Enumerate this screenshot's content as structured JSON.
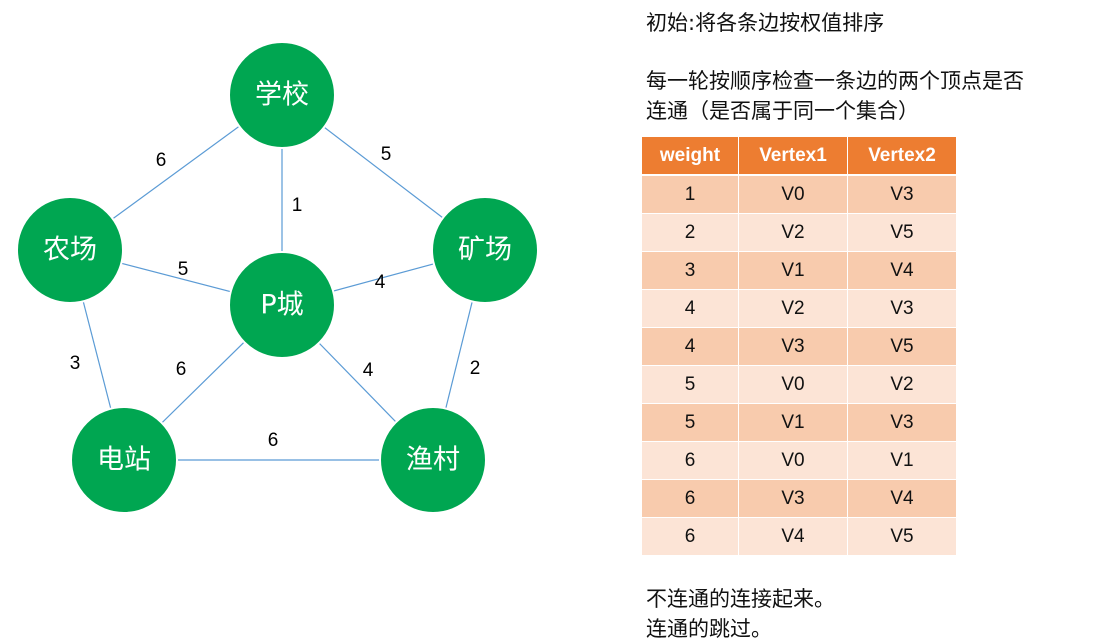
{
  "graph": {
    "nodes": [
      {
        "id": "school",
        "label": "学校"
      },
      {
        "id": "farm",
        "label": "农场"
      },
      {
        "id": "mine",
        "label": "矿场"
      },
      {
        "id": "pcity",
        "label": "P城"
      },
      {
        "id": "station",
        "label": "电站"
      },
      {
        "id": "village",
        "label": "渔村"
      }
    ],
    "edges": [
      {
        "from": "school",
        "to": "farm",
        "weight": "6"
      },
      {
        "from": "school",
        "to": "mine",
        "weight": "5"
      },
      {
        "from": "school",
        "to": "pcity",
        "weight": "1"
      },
      {
        "from": "farm",
        "to": "pcity",
        "weight": "5"
      },
      {
        "from": "mine",
        "to": "pcity",
        "weight": "4"
      },
      {
        "from": "farm",
        "to": "station",
        "weight": "3"
      },
      {
        "from": "pcity",
        "to": "station",
        "weight": "6"
      },
      {
        "from": "pcity",
        "to": "village",
        "weight": "4"
      },
      {
        "from": "mine",
        "to": "village",
        "weight": "2"
      },
      {
        "from": "station",
        "to": "village",
        "weight": "6"
      }
    ]
  },
  "text": {
    "intro": "初始:将各条边按权值排序",
    "rule_line1": "每一轮按顺序检查一条边的两个顶点是否",
    "rule_line2": "连通（是否属于同一个集合）",
    "outro_line1": "不连通的连接起来。",
    "outro_line2": "连通的跳过。"
  },
  "table": {
    "headers": [
      "weight",
      "Vertex1",
      "Vertex2"
    ],
    "rows": [
      [
        "1",
        "V0",
        "V3"
      ],
      [
        "2",
        "V2",
        "V5"
      ],
      [
        "3",
        "V1",
        "V4"
      ],
      [
        "4",
        "V2",
        "V3"
      ],
      [
        "4",
        "V3",
        "V5"
      ],
      [
        "5",
        "V0",
        "V2"
      ],
      [
        "5",
        "V1",
        "V3"
      ],
      [
        "6",
        "V0",
        "V1"
      ],
      [
        "6",
        "V3",
        "V4"
      ],
      [
        "6",
        "V4",
        "V5"
      ]
    ]
  },
  "colors": {
    "node_fill": "#00a651",
    "edge_stroke": "#5b9bd5",
    "table_header": "#ed7d31",
    "row_dark": "#f8cbad",
    "row_light": "#fce4d6"
  }
}
